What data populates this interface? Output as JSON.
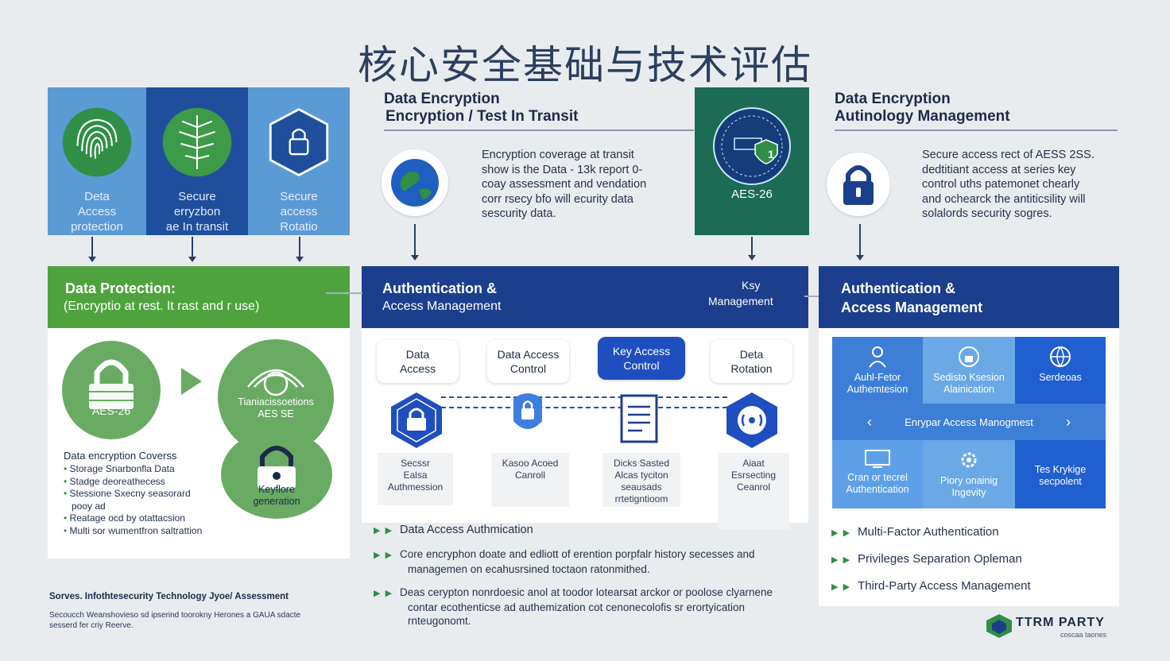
{
  "title": "核心安全基础与技术评估",
  "tiles": [
    {
      "line1": "Deta",
      "line2": "Access",
      "line3": "protection",
      "color": "#5b9bd5"
    },
    {
      "line1": "Secure",
      "line2": "erryzbon",
      "line3": "ae In transit",
      "color": "#1f4f9c"
    },
    {
      "line1": "Secure",
      "line2": "access",
      "line3": "Rotatio",
      "color": "#5b9bd5"
    }
  ],
  "mid_top": {
    "heading1": "Data Encryption",
    "heading2": "Encryption / Test In Transit",
    "para": [
      "Encryption coverage at transit",
      "show is the Data - 13k report 0-",
      "coay assessment and vendation",
      "corr rsecy bfo will ecurity data",
      "sescurity data."
    ]
  },
  "aes_tile": {
    "label": "AES-26",
    "badge": "1",
    "color": "#1b6b55"
  },
  "right_top": {
    "heading1": "Data Encryption",
    "heading2": "Autinology Management",
    "para": [
      "Secure access rect of AESS 2SS.",
      "dedtitiant access at series key",
      "control uths patemonet chearly",
      "and ochearck the antiticsility will",
      "solalords security sogres."
    ]
  },
  "left_band": {
    "line1": "Data Protection:",
    "line2": "(Encryptio at rest. It rast and r use)",
    "color": "#4fa33e"
  },
  "left_panel": {
    "lock_label": "AES-26",
    "circle2": [
      "Tianiacissoetions",
      "AES SE"
    ],
    "circle3": [
      "Keyflore",
      "generation"
    ],
    "list_title": "Data encryption Coverss",
    "list": [
      "Storage Snarbonfla Data",
      "Stadge deoreathecess",
      "Stessione Sxecny seasorard",
      "pooy ad",
      "Reatage ocd by otattacsion",
      "Multi sor wumentfron saltrattion"
    ]
  },
  "mid_band": {
    "line1": "Authentication &",
    "line2": "Access Management",
    "key1": "Ksy",
    "key2": "Management",
    "color": "#1b3f8c"
  },
  "pills": [
    {
      "l1": "Data",
      "l2": "Access",
      "active": false
    },
    {
      "l1": "Data Access",
      "l2": "Control",
      "active": false
    },
    {
      "l1": "Key Access",
      "l2": "Control",
      "active": true
    },
    {
      "l1": "Deta",
      "l2": "Rotation",
      "active": false
    }
  ],
  "notes": [
    [
      "Secssr",
      "Ealsa",
      "Authmession"
    ],
    [
      "Kasoo Acoed",
      "Canroll"
    ],
    [
      "Dicks Sasted",
      "Alcas tyciton",
      "seausads",
      "rrtetigntioom"
    ],
    [
      "Aiaat",
      "Esrsecting",
      "Ceanrol"
    ]
  ],
  "mid_bullets": [
    {
      "text": "Data Access Authmication"
    },
    {
      "text": "Core encryphon doate and edliott of erention porpfalr history secesses and",
      "cont": "managemen on ecahusrsined toctaon ratonmithed."
    },
    {
      "text": "Deas cerypton nonrdoesic anol at toodor lotearsat arckor or poolose clyarnene",
      "cont": "contar ecothenticse ad authemization cot cenonecolofis sr erortyication",
      "cont2": "rnteugonomt."
    }
  ],
  "right_band": {
    "line1": "Authentication &",
    "line2": "Access Management",
    "color": "#1b3f8c"
  },
  "grid": {
    "row1": [
      {
        "l1": "Auhl-Fetor",
        "l2": "Authemtesion"
      },
      {
        "l1": "Sedisto Ksesion",
        "l2": "Alainication"
      },
      {
        "l1": "Serdeoas",
        "l2": ""
      }
    ],
    "nav": "Enrypar Access Manogmest",
    "row2": [
      {
        "l1": "Cran or tecrel",
        "l2": "Authentication"
      },
      {
        "l1": "Piory onainig",
        "l2": "Ingevity"
      },
      {
        "l1": "Tes Krykige",
        "l2": "secpolent"
      }
    ]
  },
  "right_bullets": [
    "Multi-Factor Authentication",
    "Privileges Separation Opleman",
    "Third-Party Access Management"
  ],
  "sources": {
    "line1": "Sorves. Infothtesecurity Technology Jyoe/ Assessment",
    "line2": "Secoucch Weanshovieso sd ipserind toorokny Herones a GAUA sdacte",
    "line3": "sesserd fer criy Reerve."
  },
  "logo": {
    "name": "TTRM PARTY",
    "sub": "coscaa taones"
  }
}
